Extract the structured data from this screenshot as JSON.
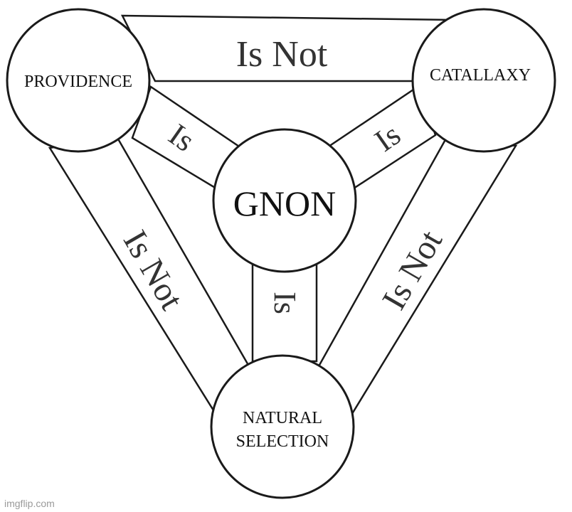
{
  "nodes": {
    "providence": "PROVIDENCE",
    "catallaxy": "CATALLAXY",
    "gnon": "GNON",
    "natural_selection": [
      "NATURAL",
      "SELECTION"
    ]
  },
  "relations": {
    "providence_catallaxy": "Is Not",
    "providence_gnon": "Is",
    "catallaxy_gnon": "Is",
    "gnon_natural_selection": "Is",
    "providence_natural_selection": "Is Not",
    "catallaxy_natural_selection": "Is Not"
  },
  "watermark": "imgflip.com"
}
